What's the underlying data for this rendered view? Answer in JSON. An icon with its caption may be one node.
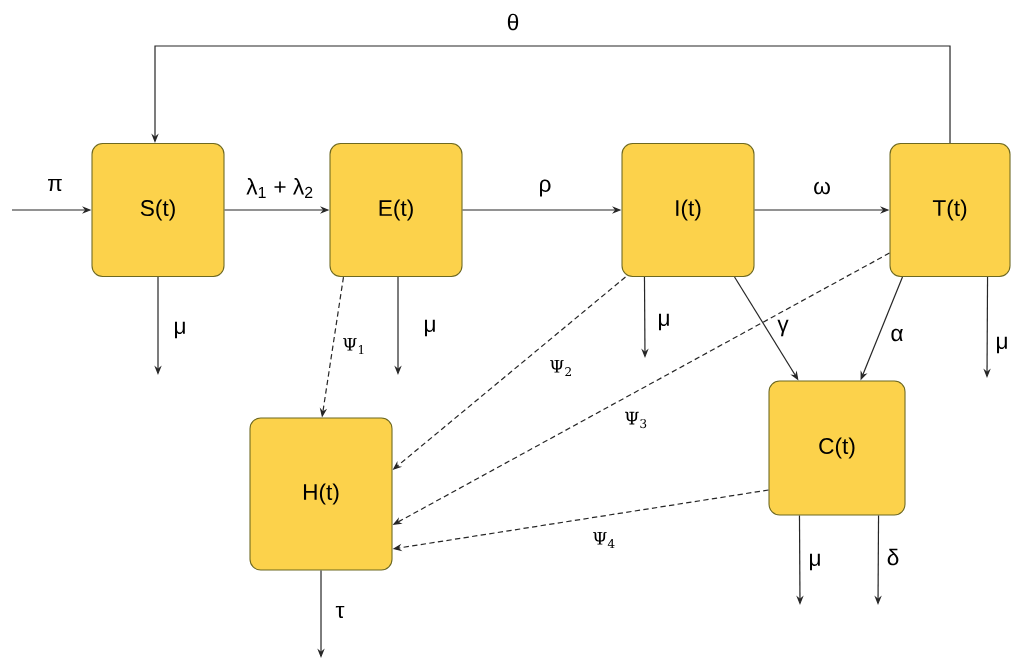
{
  "diagram": {
    "nodes": [
      {
        "text": [
          "S(t)"
        ]
      },
      {
        "text": [
          "E(t)"
        ]
      },
      {
        "text": [
          "I(t)"
        ]
      },
      {
        "text": [
          "T(t)"
        ]
      },
      {
        "text": [
          "H(t)"
        ]
      },
      {
        "text": [
          "C(t)"
        ]
      }
    ],
    "edges": [
      {
        "from": null,
        "to": 0,
        "arrow": "to",
        "label": "π"
      },
      {
        "from": 0,
        "to": 1,
        "arrow": "to",
        "label": "λ$_{1}$ + λ$_{2}$"
      },
      {
        "from": 1,
        "to": 2,
        "arrow": "to",
        "label": "ρ"
      },
      {
        "from": 2,
        "to": 3,
        "arrow": "to",
        "label": "ω"
      },
      {
        "from": 3,
        "to": 0,
        "arrow": "to",
        "label": "θ"
      },
      {
        "from": 0,
        "to": null,
        "arrow": "to",
        "label": "μ"
      },
      {
        "from": 1,
        "to": null,
        "arrow": "to",
        "label": "μ"
      },
      {
        "from": 2,
        "to": null,
        "arrow": "to",
        "label": "μ"
      },
      {
        "from": 3,
        "to": null,
        "arrow": "to",
        "label": "μ"
      },
      {
        "from": 1,
        "to": 4,
        "arrow": "to",
        "label": "Ψ$_{1}$",
        "style": "dashed"
      },
      {
        "from": 2,
        "to": 4,
        "arrow": "to",
        "label": "Ψ$_{2}$",
        "style": "dashed"
      },
      {
        "from": 3,
        "to": 4,
        "arrow": "to",
        "label": "Ψ$_{3}$",
        "style": "dashed"
      },
      {
        "from": 5,
        "to": 4,
        "arrow": "to",
        "label": "Ψ$_{4}$",
        "style": "dashed"
      },
      {
        "from": 2,
        "to": 5,
        "arrow": "to",
        "label": "γ"
      },
      {
        "from": 3,
        "to": 5,
        "arrow": "to",
        "label": "α"
      },
      {
        "from": 4,
        "to": null,
        "arrow": "to",
        "label": "τ"
      },
      {
        "from": 5,
        "to": null,
        "arrow": "to",
        "label": "μ"
      },
      {
        "from": 5,
        "to": null,
        "arrow": "to",
        "label": "δ"
      }
    ]
  }
}
